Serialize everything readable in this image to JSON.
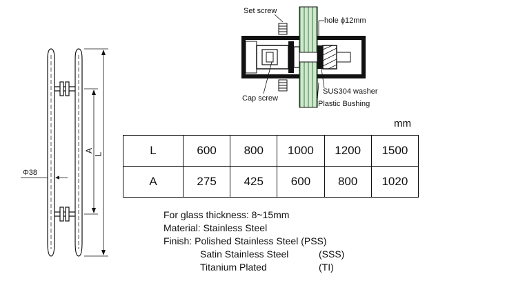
{
  "diagram": {
    "labels": {
      "set_screw": "Set screw",
      "hole": "hole ϕ12mm",
      "sus304_washer": "SUS304 washer",
      "plastic_bushing": "Plastic Bushing",
      "cap_screw": "Cap screw",
      "diameter": "Φ38",
      "dim_A": "A",
      "dim_L": "L"
    }
  },
  "spec_table": {
    "unit": "mm",
    "rows": [
      {
        "label": "L",
        "values": [
          "600",
          "800",
          "1000",
          "1200",
          "1500"
        ]
      },
      {
        "label": "A",
        "values": [
          "275",
          "425",
          "600",
          "800",
          "1020"
        ]
      }
    ]
  },
  "notes": {
    "thickness": "For glass thickness: 8~15mm",
    "material": "Material: Stainless Steel",
    "finish_label": "Finish: Polished Stainless Steel (PSS)",
    "finish_2_name": "Satin Stainless Steel",
    "finish_2_code": "(SSS)",
    "finish_3_name": "Titanium Plated",
    "finish_3_code": "(TI)"
  }
}
